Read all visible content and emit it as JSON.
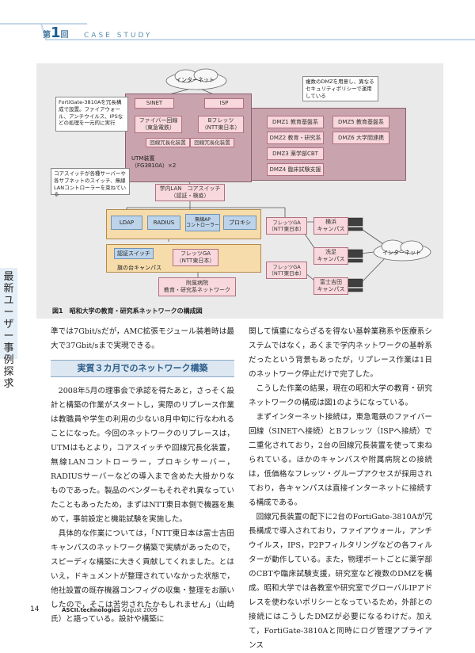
{
  "header": {
    "prefix": "第",
    "number": "1",
    "suffix": "回",
    "title": "CASE STUDY"
  },
  "figure": {
    "caption": "図1　昭和大学の教育・研究系ネットワークの構成図",
    "internet_top": "インターネット",
    "internet_right": "インターネット",
    "sinet": "SINET",
    "isp": "ISP",
    "fiber": "ファイバー回線\n（東急電鉄）",
    "bflets": "Bフレッツ\n（NTT東日本）",
    "redundant1": "回線冗長化装置",
    "redundant2": "回線冗長化装置",
    "utm": "UTM装置\n（FG3810A）×2",
    "core": "学内LAN　コアスイッチ\n（認証・検疫）",
    "ldap": "LDAP",
    "radius": "RADIUS",
    "wlan": "無線AP\nコントローラー",
    "proxy": "プロキシ",
    "auth_switch": "認証スイッチ",
    "hatanodai": "旗の台キャンパス",
    "fletsga_center": "フレッツGA\n（NTT東日本）",
    "hospital": "附属病院\n教育・研究系ネットワーク",
    "fletsga_r1": "フレッツGA\n（NTT東日本）",
    "fletsga_r2": "フレッツGA\n（NTT東日本）",
    "yokohama": "横浜\nキャンパス",
    "senzoku": "洗足\nキャンパス",
    "fujiyoshida": "富士吉田\nキャンパス",
    "dmz": [
      "DMZ1 教育基盤系",
      "DMZ5 教育基盤系",
      "DMZ2 教育・研究系",
      "DMZ6 大学間連携",
      "DMZ3 薬学部CBT",
      "DMZ4 臨床試験支援"
    ],
    "callout_fortigate": "FortiGate-3810Aを冗長構成で設置。ファイアウォール、アンチウイルス、IPSなどの処理を一元的に実行",
    "callout_core": "コアスイッチが各種サーバーや各サブネットのスイッチ、無線LANコントローラーを束ねている",
    "callout_dmz": "複数のDMZを用意し、異なるセキュリティポリシーで運用している"
  },
  "left_column": {
    "p1": "準では7Gbit/sだが，AMC拡張モジュール装着時は最大で37Gbit/sまで実現できる。",
    "heading": "実質３カ月でのネットワーク構築",
    "p2": "2008年5月の理事会で承認を得たあと，さっそく設計と構築の作業がスタートし，実際のリプレース作業は教職員や学生の利用の少ない8月中旬に行なわれることになった。今回のネットワークのリプレースは，UTMはもとより，コアスイッチや回線冗長化装置，無線LANコントローラー，プロキシサーバー，RADIUSサーバーなどの導入まで含めた大掛かりなものであった。製品のベンダーもそれぞれ異なっていたこともあったため，まずはNTT東日本側で機器を集めて，事前設定と機能試験を実施した。",
    "p3": "具体的な作業については，「NTT東日本は富士吉田キャンパスのネットワーク構築で実績があったので，スピーディな構築に大きく貢献してくれました。とはいえ，ドキュメントが整理されていなかった状態で，他社設置の既存機器コンフィグの収集・整理をお願いしたので，そこは苦労されたかもしれません」（山崎氏）と語っている。設計や構築に"
  },
  "right_column": {
    "p1": "関して慎重にならざるを得ない基幹業務系や医療系システムではなく，あくまで学内ネットワークの基幹系だったという背景もあったが，リプレース作業は1日のネットワーク停止だけで完了した。",
    "p2": "こうした作業の結果，現在の昭和大学の教育・研究ネットワークの構成は図1のようになっている。",
    "p3": "まずインターネット接続は，東急電鉄のファイバー回線（SINETへ接続）とBフレッツ（ISPへ接続）で二重化されており，2台の回線冗長装置を使って束ねられている。ほかのキャンパスや附属病院との接続は，低価格なフレッツ・グループアクセスが採用されており，各キャンパスは直接インターネットに接続する構成である。",
    "p4": "回線冗長装置の配下に2台のFortiGate-3810Aが冗長構成で導入されており，ファイアウォール，アンチウイルス，IPS，P2Pフィルタリングなどの各フィルターが動作している。また，物理ポートごとに薬学部のCBTや臨床試験支援，研究室など複数のDMZを構成。昭和大学では各教室や研究室でグローバルIPアドレスを使わないポリシーとなっているため，外部との接続にはこうしたDMZが必要になるわけだ。加えて，FortiGate-3810Aと同時にログ管理アプライアンス"
  },
  "sidebar": {
    "text": "最新ユーザー事例探求"
  },
  "footer": {
    "page": "14",
    "magazine": "ASCII.technologies",
    "issue": "August 2009"
  }
}
